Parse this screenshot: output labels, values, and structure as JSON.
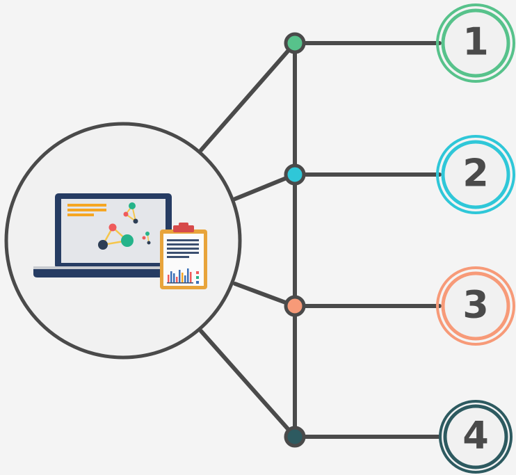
{
  "diagram": {
    "background": "#f4f4f4",
    "line_color": "#4a4a4a",
    "hub_icon": "laptop-analytics-clipboard-icon",
    "steps": [
      {
        "label": "1",
        "color": "#57c28b"
      },
      {
        "label": "2",
        "color": "#2fc7d8"
      },
      {
        "label": "3",
        "color": "#f79a78"
      },
      {
        "label": "4",
        "color": "#2d5a60"
      }
    ]
  }
}
